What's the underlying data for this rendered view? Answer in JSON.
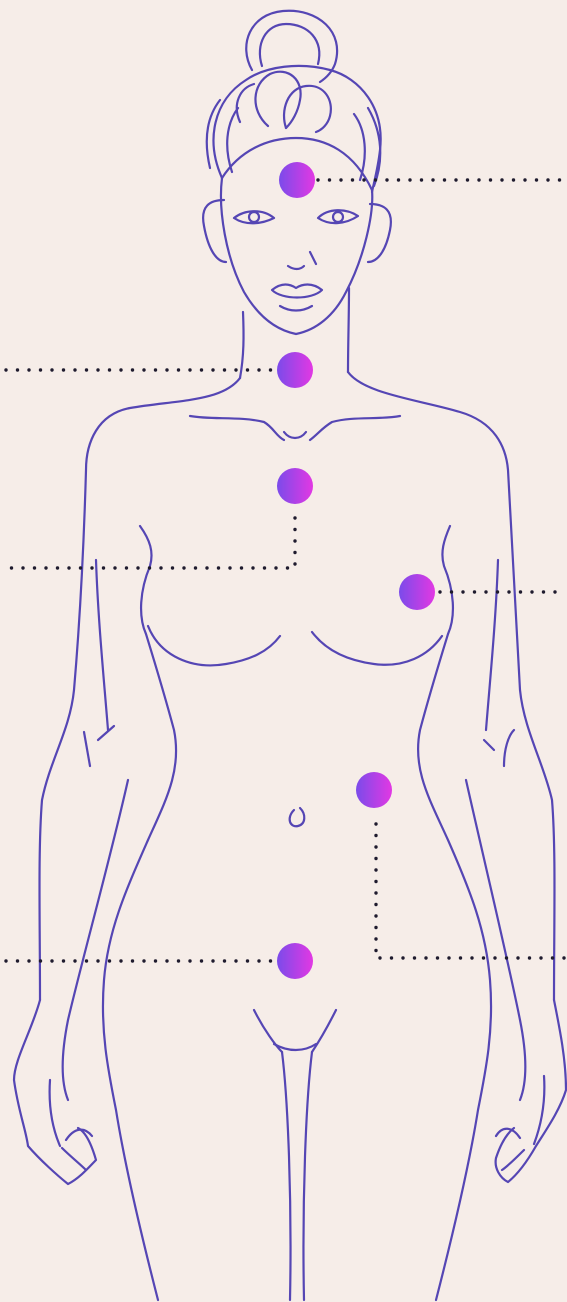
{
  "colors": {
    "background": "#F6EDE8",
    "outline": "#5546B4",
    "leader": "#1F1B2E",
    "point_gradient_start": "#7B4BEA",
    "point_gradient_end": "#E238E3"
  },
  "markers": [
    {
      "id": "forehead",
      "side": "right"
    },
    {
      "id": "throat",
      "side": "left"
    },
    {
      "id": "sternum",
      "side": "left"
    },
    {
      "id": "breast",
      "side": "right"
    },
    {
      "id": "abdomen",
      "side": "right"
    },
    {
      "id": "pelvis",
      "side": "left"
    }
  ]
}
